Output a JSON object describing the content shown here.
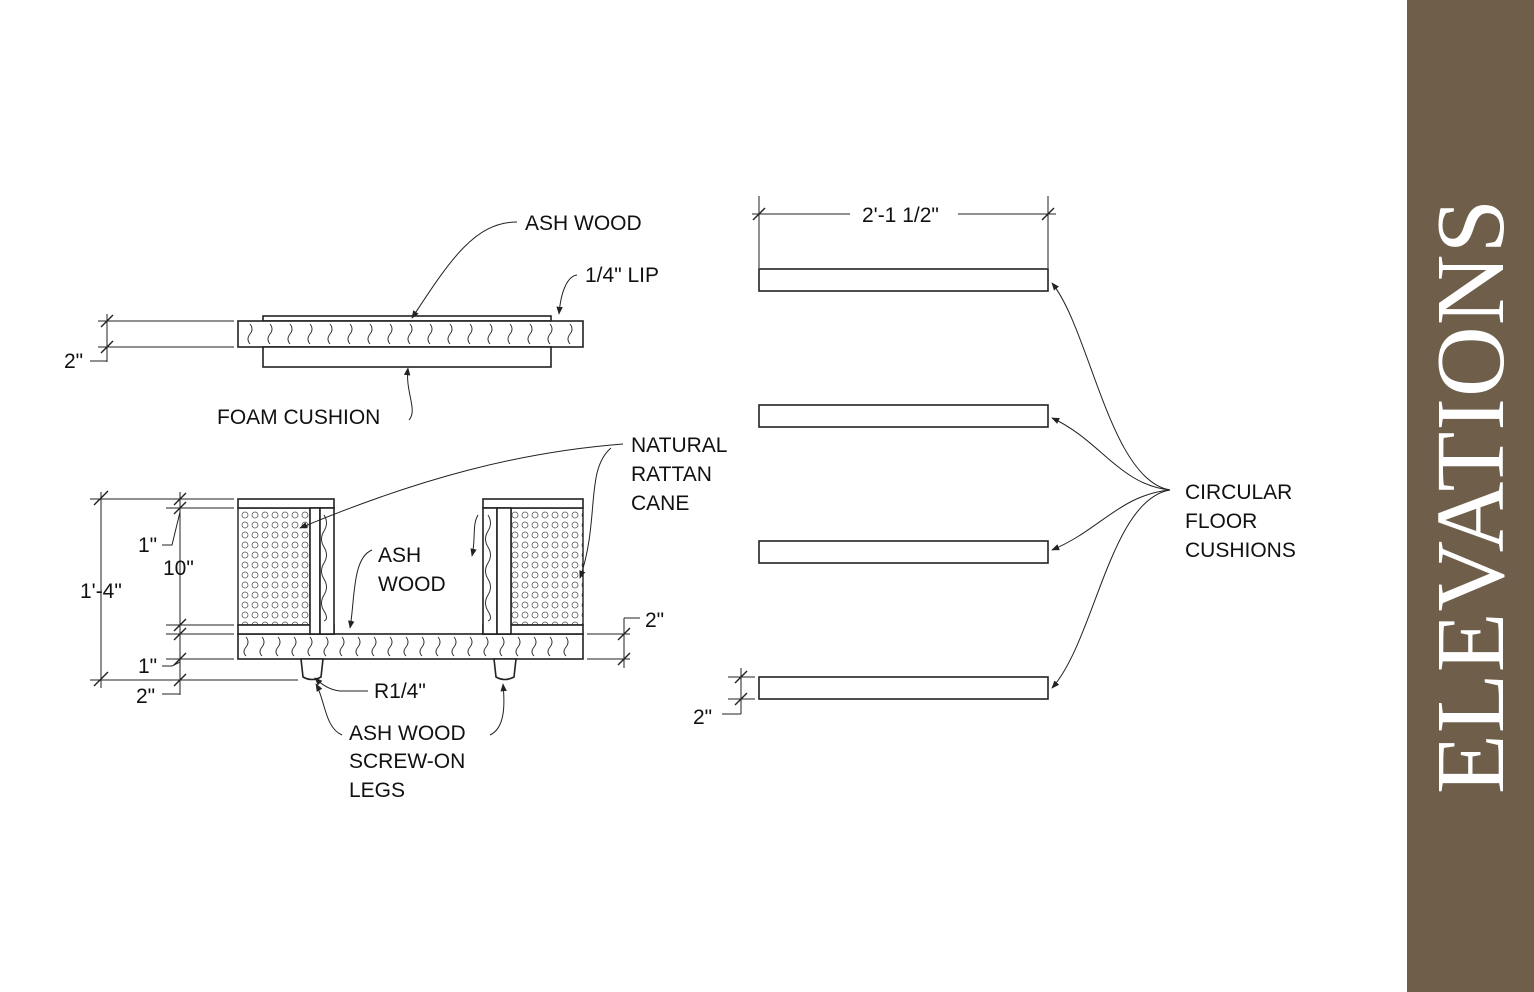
{
  "sidebar": {
    "title": "ELEVATIONS",
    "background": "#6e5e4a",
    "text_color": "#ffffff"
  },
  "top_detail": {
    "label_ash_wood": "ASH WOOD",
    "label_lip": "1/4\" LIP",
    "label_foam": "FOAM CUSHION",
    "dim_height": "2\""
  },
  "bottom_detail": {
    "label_rattan": [
      "NATURAL",
      "RATTAN",
      "CANE"
    ],
    "label_ash_wood": [
      "ASH",
      "WOOD"
    ],
    "label_legs": [
      "ASH WOOD",
      "SCREW-ON",
      "LEGS"
    ],
    "label_radius": "R1/4\"",
    "dim_overall": "1'-4\"",
    "dim_top": "1\"",
    "dim_mid": "10\"",
    "dim_base": "1\"",
    "dim_leg": "2\"",
    "dim_right": "2\""
  },
  "cushions": {
    "dim_width": "2'-1 1/2\"",
    "dim_height": "2\"",
    "label": [
      "CIRCULAR",
      "FLOOR",
      "CUSHIONS"
    ]
  }
}
